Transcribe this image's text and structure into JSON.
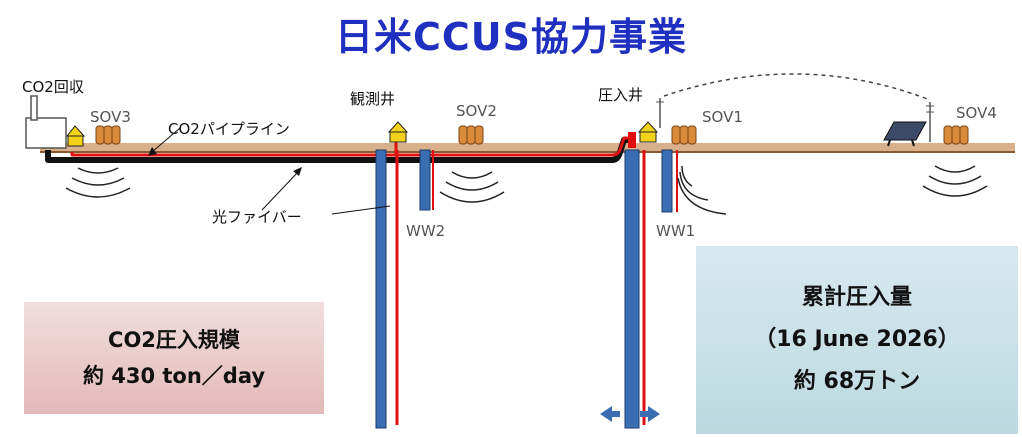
{
  "title": "日米CCUS協力事業",
  "labels": {
    "co2_capture": "CO2回収",
    "pipeline": "CO2パイプライン",
    "fiber": "光ファイバー",
    "obs_well": "観測井",
    "inj_well": "圧入井",
    "sov1": "SOV1",
    "sov2": "SOV2",
    "sov3": "SOV3",
    "sov4": "SOV4",
    "ww1": "WW1",
    "ww2": "WW2"
  },
  "scale_box": {
    "line1": "CO2圧入規模",
    "line2": "約 430 ton／day"
  },
  "total_box": {
    "line1": "累計圧入量",
    "line2": "（16 June 2026）",
    "line3": "約 68万トン"
  },
  "colors": {
    "title": "#1f2fbf",
    "ground": "#d9b08c",
    "ground_line": "#8a5a32",
    "pipe": "#111111",
    "fiber": "#e01010",
    "well": "#3b6db3",
    "vibrator": "#d98a3a",
    "sensor": "#f2d21a"
  }
}
